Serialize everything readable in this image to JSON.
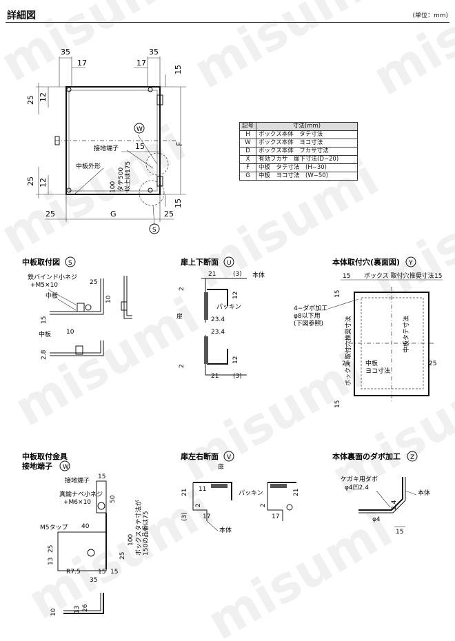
{
  "title": "詳細図",
  "unit": "(単位：mm)",
  "watermark": "misumi",
  "spec_table": {
    "headers": [
      "記号",
      "寸法(mm)"
    ],
    "rows": [
      {
        "key": "H",
        "desc": "ボックス本体　タテ寸法"
      },
      {
        "key": "W",
        "desc": "ボックス本体　ヨコ寸法"
      },
      {
        "key": "D",
        "desc": "ボックス本体　フカサ寸法"
      },
      {
        "key": "X",
        "desc": "有効フカサ　扉下寸法(D−20)"
      },
      {
        "key": "F",
        "desc": "中板　タテ寸法　(H−30)"
      },
      {
        "key": "G",
        "desc": "中板　ヨコ寸法　(W−50)"
      }
    ]
  },
  "main_view": {
    "dims": {
      "d35a": "35",
      "d35b": "35",
      "d17a": "17",
      "d17b": "17",
      "d15top": "15",
      "d25a": "25",
      "d12a": "12",
      "d25b": "25",
      "d12b": "12",
      "d25c": "25",
      "d25d": "25",
      "d15bot": "15",
      "d15mid": "15",
      "g": "G",
      "f": "F",
      "d100": "100"
    },
    "labels": {
      "ground": "接地端子",
      "plate": "中板外形",
      "tate": "タテ500",
      "tate2": "以上は175",
      "w": "W",
      "s": "S"
    }
  },
  "sections": {
    "s_title": "中板取付図",
    "s_mark": "S",
    "s_screw": "鉄バインド小ネジ",
    "s_screw2": "+M5×10",
    "s_plate1": "中板",
    "s_plate2": "中板",
    "s_dims": {
      "a": "25",
      "b": "10",
      "c": "15",
      "d": "10",
      "e": "2.8"
    },
    "u_title": "扉上下断面",
    "u_mark": "U",
    "u_dims": {
      "a": "21",
      "b": "(3)",
      "c": "2",
      "d": "12",
      "e": "23.4",
      "f": "23.4",
      "g": "2",
      "h": "12",
      "i": "21",
      "j": "(3)"
    },
    "u_labels": {
      "body": "本体",
      "packing": "パッキン",
      "door": "扉"
    },
    "y_title": "本体取付穴(裏面図)",
    "y_mark": "Y",
    "y_labels": {
      "top": "ボックス 取付穴推奨寸法",
      "side": "ボックス 取付穴推奨寸法",
      "hole": "4−ダボ加工",
      "hole2": "φ8以下用",
      "hole3": "(下図参照)",
      "plate": "中板",
      "plate_w": "ヨコ寸法",
      "plate_h": "中板タテ寸法"
    },
    "y_dims": {
      "a": "15",
      "b": "15",
      "c": "15",
      "d": "15",
      "e": "25",
      "f": "25"
    },
    "w_title": "中板取付金具",
    "w_title2": "接地端子",
    "w_mark": "W",
    "w_labels": {
      "ground": "接地端子",
      "screw": "真鍮ナベ小ネジ",
      "screw2": "+M6×10",
      "tap": "M5タップ",
      "r": "R7.5",
      "note": "ボックスタテ寸法が",
      "note2": "150の品番は75"
    },
    "w_dims": {
      "a": "15",
      "b": "50",
      "c": "40",
      "d": "25",
      "e": "13",
      "f": "25",
      "g": "15",
      "h": "15",
      "i": "35",
      "j": "100",
      "k": "10",
      "l": "13",
      "m": "26"
    },
    "v_title": "扉左右断面",
    "v_mark": "V",
    "v_labels": {
      "door": "扉",
      "packing": "パッキン",
      "body": "本体"
    },
    "v_dims": {
      "a": "21",
      "b": "11",
      "c": "2",
      "d": "(3)",
      "e": "17",
      "f": "21",
      "g": "17",
      "h": "2"
    },
    "z_title": "本体裏面のダボ加工",
    "z_mark": "Z",
    "z_labels": {
      "mark": "ケガキ用ダボ",
      "dia": "φ4凹2.4",
      "body": "本体"
    },
    "z_dims": {
      "a": "2.4",
      "b": "φ4",
      "c": "15"
    }
  }
}
